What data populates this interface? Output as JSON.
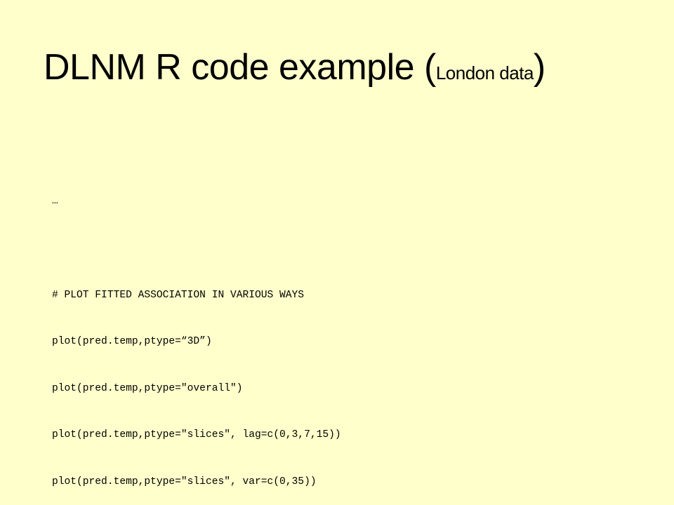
{
  "slide": {
    "title_main": "DLNM R code example ",
    "title_paren_open": "(",
    "title_small": "London data",
    "title_paren_close": ")"
  },
  "code": {
    "lines": [
      "…",
      "",
      "# PLOT FITTED ASSOCIATION IN VARIOUS WAYS",
      "plot(pred.temp,ptype=“3D”)",
      "plot(pred.temp,ptype=\"overall\")",
      "plot(pred.temp,ptype=\"slices\", lag=c(0,3,7,15))",
      "plot(pred.temp,ptype=\"slices\", var=c(0,35))"
    ]
  }
}
